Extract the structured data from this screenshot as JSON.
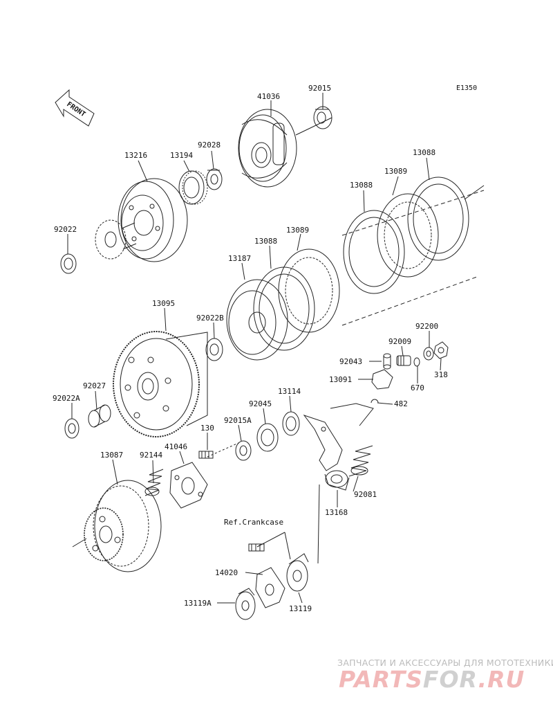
{
  "diagram": {
    "code": "E1350",
    "front_label": "FRONT",
    "ref_label": "Ref.Crankcase",
    "parts": [
      {
        "id": "p-92015",
        "label": "92015"
      },
      {
        "id": "p-41036",
        "label": "41036"
      },
      {
        "id": "p-13216",
        "label": "13216"
      },
      {
        "id": "p-13194",
        "label": "13194"
      },
      {
        "id": "p-92028",
        "label": "92028"
      },
      {
        "id": "p-13088-a",
        "label": "13088"
      },
      {
        "id": "p-13089-a",
        "label": "13089"
      },
      {
        "id": "p-13088-b",
        "label": "13088"
      },
      {
        "id": "p-92022",
        "label": "92022"
      },
      {
        "id": "p-13089-b",
        "label": "13089"
      },
      {
        "id": "p-13088-c",
        "label": "13088"
      },
      {
        "id": "p-13187",
        "label": "13187"
      },
      {
        "id": "p-13095",
        "label": "13095"
      },
      {
        "id": "p-92022B",
        "label": "92022B"
      },
      {
        "id": "p-92200",
        "label": "92200"
      },
      {
        "id": "p-92009",
        "label": "92009"
      },
      {
        "id": "p-92043",
        "label": "92043"
      },
      {
        "id": "p-13091",
        "label": "13091"
      },
      {
        "id": "p-670",
        "label": "670"
      },
      {
        "id": "p-318",
        "label": "318"
      },
      {
        "id": "p-92027",
        "label": "92027"
      },
      {
        "id": "p-92022A",
        "label": "92022A"
      },
      {
        "id": "p-13114",
        "label": "13114"
      },
      {
        "id": "p-92045",
        "label": "92045"
      },
      {
        "id": "p-482",
        "label": "482"
      },
      {
        "id": "p-92015A",
        "label": "92015A"
      },
      {
        "id": "p-130",
        "label": "130"
      },
      {
        "id": "p-41046",
        "label": "41046"
      },
      {
        "id": "p-13087",
        "label": "13087"
      },
      {
        "id": "p-92144",
        "label": "92144"
      },
      {
        "id": "p-92081",
        "label": "92081"
      },
      {
        "id": "p-13168",
        "label": "13168"
      },
      {
        "id": "p-14020",
        "label": "14020"
      },
      {
        "id": "p-13119A",
        "label": "13119A"
      },
      {
        "id": "p-13119",
        "label": "13119"
      }
    ]
  },
  "watermark": {
    "tagline": "ЗАПЧАСТИ И АКСЕССУАРЫ ДЛЯ МОТОТЕХНИКИ",
    "logo_main": "PARTS",
    "logo_mid": "FOR",
    "logo_end": ".RU"
  },
  "colors": {
    "line": "#222222",
    "watermark_logo": "#f2b8b8",
    "watermark_text": "#bbbbbb"
  }
}
